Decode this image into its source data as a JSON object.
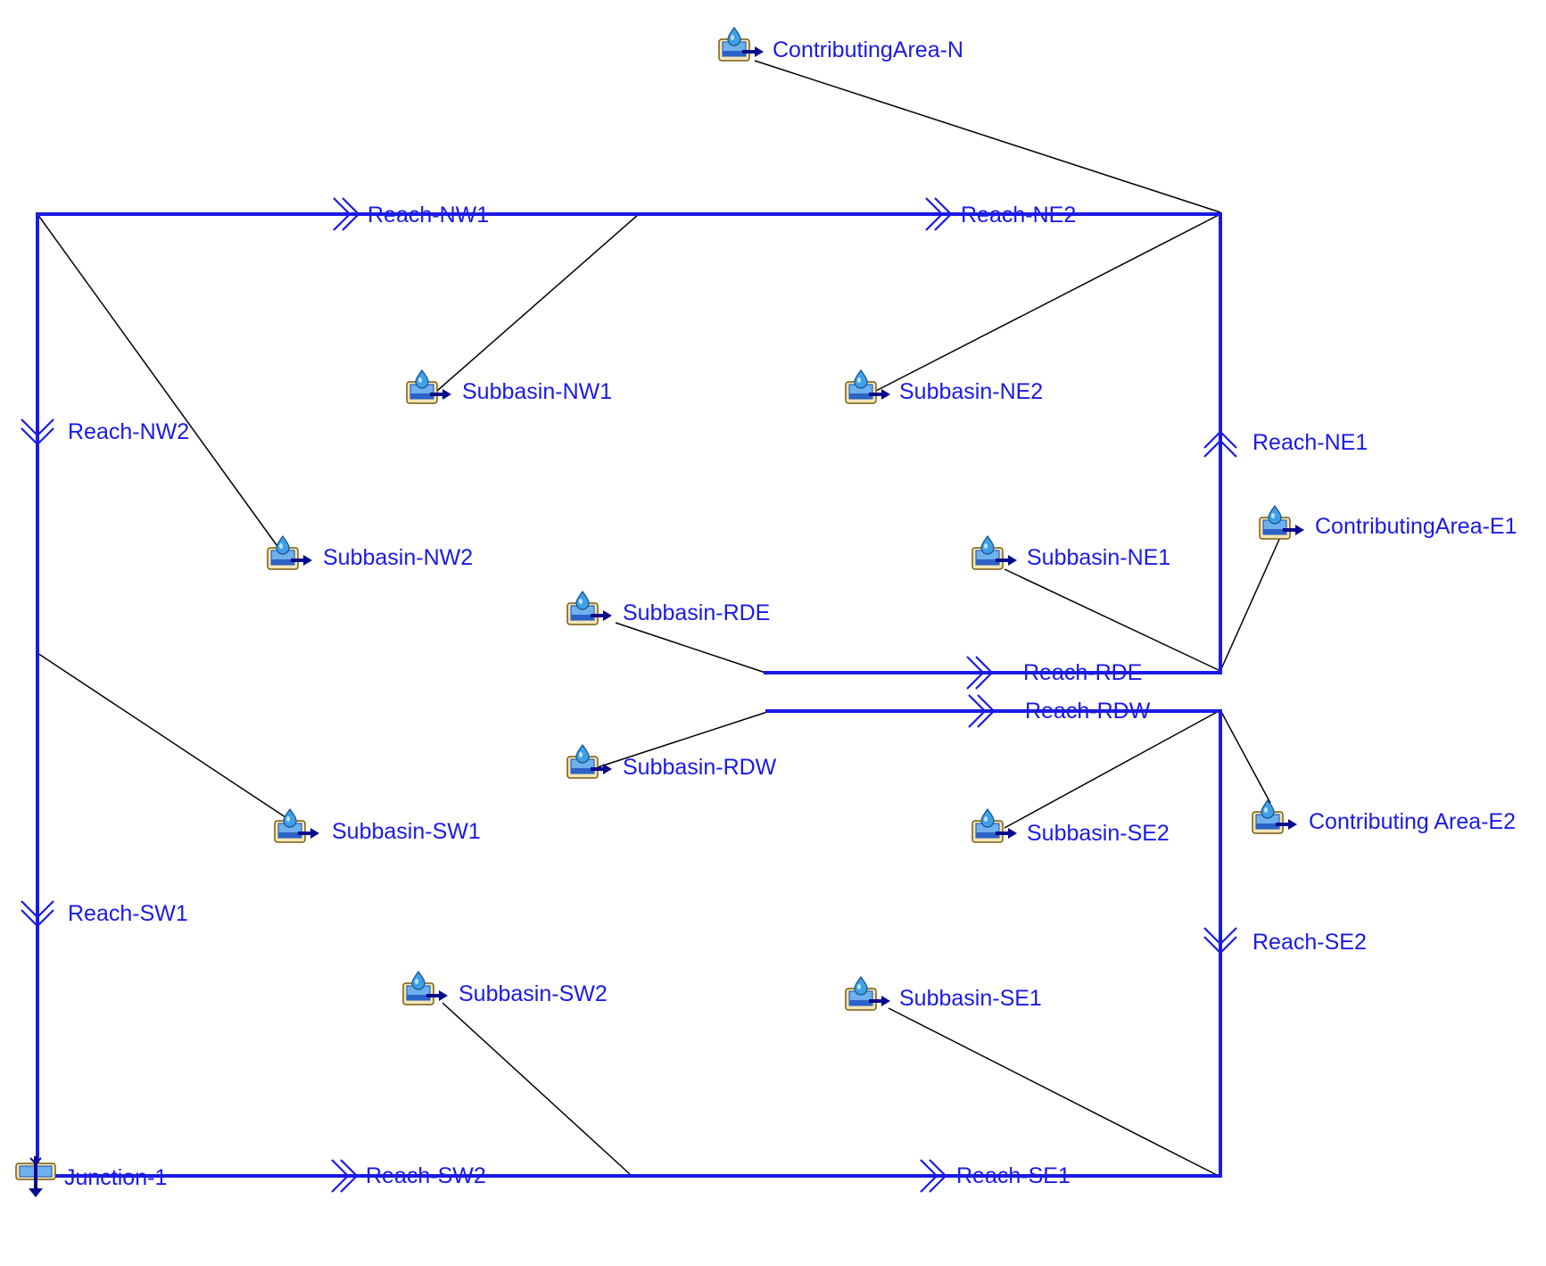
{
  "colors": {
    "reach": "#1a1ae6",
    "label": "#1a1ae6",
    "connector": "#000000",
    "background": "#ffffff"
  },
  "icons": {
    "subbasin": "subbasin-water-drop-icon",
    "junction": "junction-icon",
    "reach_arrow": "double-chevron-arrow-icon"
  },
  "subbasins": [
    {
      "id": "contributing-area-n",
      "label": "ContributingArea-N"
    },
    {
      "id": "subbasin-nw1",
      "label": "Subbasin-NW1"
    },
    {
      "id": "subbasin-ne2",
      "label": "Subbasin-NE2"
    },
    {
      "id": "subbasin-nw2",
      "label": "Subbasin-NW2"
    },
    {
      "id": "subbasin-ne1",
      "label": "Subbasin-NE1"
    },
    {
      "id": "contributing-area-e1",
      "label": "ContributingArea-E1"
    },
    {
      "id": "subbasin-rde",
      "label": "Subbasin-RDE"
    },
    {
      "id": "subbasin-rdw",
      "label": "Subbasin-RDW"
    },
    {
      "id": "subbasin-sw1",
      "label": "Subbasin-SW1"
    },
    {
      "id": "subbasin-se2",
      "label": "Subbasin-SE2"
    },
    {
      "id": "contributing-area-e2",
      "label": "Contributing Area-E2"
    },
    {
      "id": "subbasin-sw2",
      "label": "Subbasin-SW2"
    },
    {
      "id": "subbasin-se1",
      "label": "Subbasin-SE1"
    }
  ],
  "reaches": [
    {
      "id": "reach-nw1",
      "label": "Reach-NW1"
    },
    {
      "id": "reach-ne2",
      "label": "Reach-NE2"
    },
    {
      "id": "reach-nw2",
      "label": "Reach-NW2"
    },
    {
      "id": "reach-ne1",
      "label": "Reach-NE1"
    },
    {
      "id": "reach-rde",
      "label": "Reach-RDE"
    },
    {
      "id": "reach-rdw",
      "label": "Reach-RDW"
    },
    {
      "id": "reach-sw1",
      "label": "Reach-SW1"
    },
    {
      "id": "reach-se2",
      "label": "Reach-SE2"
    },
    {
      "id": "reach-sw2",
      "label": "Reach-SW2"
    },
    {
      "id": "reach-se1",
      "label": "Reach-SE1"
    }
  ],
  "junctions": [
    {
      "id": "junction-1",
      "label": "Junction-1"
    }
  ]
}
